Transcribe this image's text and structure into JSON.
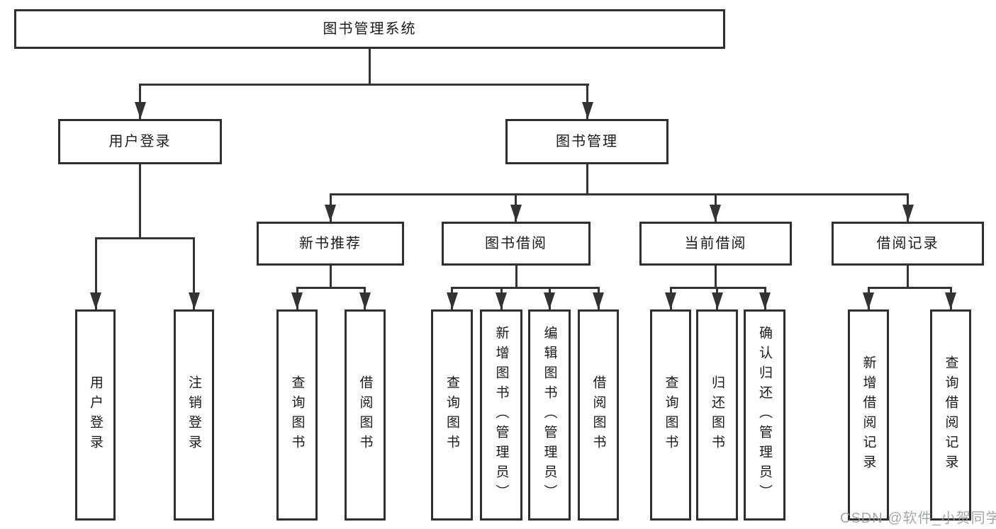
{
  "tree": {
    "root": "图书管理系统",
    "branches": [
      {
        "label": "用户登录",
        "children": [
          "用户登录",
          "注销登录"
        ]
      },
      {
        "label": "图书管理",
        "sections": [
          {
            "label": "新书推荐",
            "children": [
              "查询图书",
              "借阅图书"
            ]
          },
          {
            "label": "图书借阅",
            "children": [
              "查询图书",
              "新增图书（管理员）",
              "编辑图书（管理员）",
              "借阅图书"
            ]
          },
          {
            "label": "当前借阅",
            "children": [
              "查询图书",
              "归还图书",
              "确认归还（管理员）"
            ]
          },
          {
            "label": "借阅记录",
            "children": [
              "新增借阅记录",
              "查询借阅记录"
            ]
          }
        ]
      }
    ]
  },
  "watermark": "CSDN @软件_小贺同学",
  "colors": {
    "line": "#333333",
    "node_border": "#2f2f2f",
    "node_text": "#1a1a1a",
    "background": "#ffffff",
    "watermark": "#94979c"
  }
}
